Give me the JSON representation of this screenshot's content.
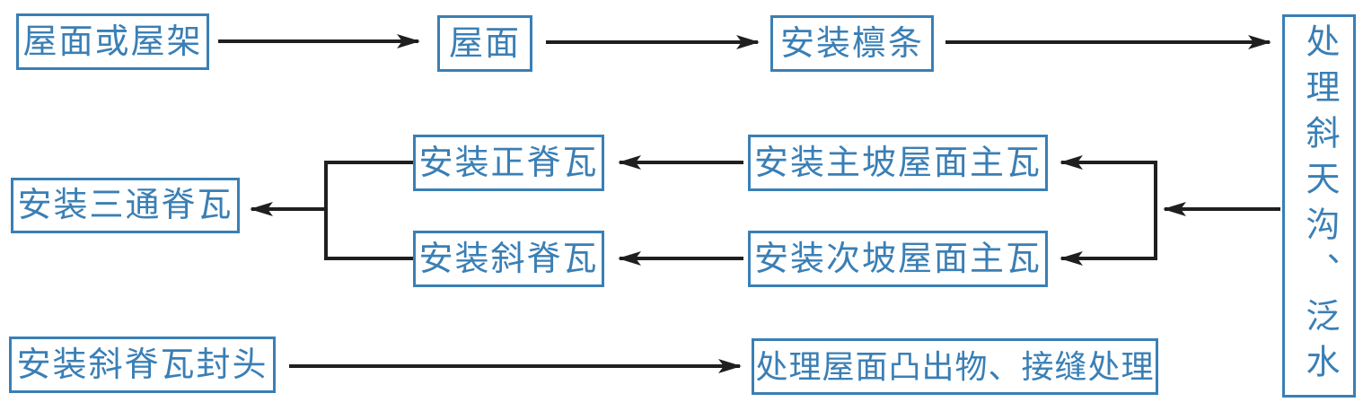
{
  "diagram": {
    "colors": {
      "box_border": "#3a7fb5",
      "box_text": "#3a7fb5",
      "arrow_color": "#1f1f1f",
      "background": "#ffffff"
    },
    "nodes": {
      "roof_or_truss": {
        "label": "屋面或屋架"
      },
      "roof": {
        "label": "屋面"
      },
      "install_purlins": {
        "label": "安装檩条"
      },
      "treat_valley_flashing": {
        "label": "处理斜天沟、泛水"
      },
      "install_main_ridge_tile": {
        "label": "安装正脊瓦"
      },
      "install_main_slope_tile": {
        "label": "安装主坡屋面主瓦"
      },
      "install_hip_ridge_tile": {
        "label": "安装斜脊瓦"
      },
      "install_secondary_slope_tile": {
        "label": "安装次坡屋面主瓦"
      },
      "install_tee_ridge_tile": {
        "label": "安装三通脊瓦"
      },
      "install_hip_ridge_end_cap": {
        "label": "安装斜脊瓦封头"
      },
      "treat_protrusions_joints": {
        "label": "处理屋面凸出物、接缝处理"
      }
    },
    "edges": [
      {
        "from": "roof_or_truss",
        "to": "roof"
      },
      {
        "from": "roof",
        "to": "install_purlins"
      },
      {
        "from": "install_purlins",
        "to": "treat_valley_flashing"
      },
      {
        "from": "treat_valley_flashing",
        "to": "install_main_slope_tile"
      },
      {
        "from": "treat_valley_flashing",
        "to": "install_secondary_slope_tile"
      },
      {
        "from": "install_main_slope_tile",
        "to": "install_main_ridge_tile"
      },
      {
        "from": "install_secondary_slope_tile",
        "to": "install_hip_ridge_tile"
      },
      {
        "from": "install_main_ridge_tile",
        "to": "install_tee_ridge_tile"
      },
      {
        "from": "install_hip_ridge_tile",
        "to": "install_tee_ridge_tile"
      },
      {
        "from": "install_hip_ridge_end_cap",
        "to": "treat_protrusions_joints"
      }
    ]
  }
}
